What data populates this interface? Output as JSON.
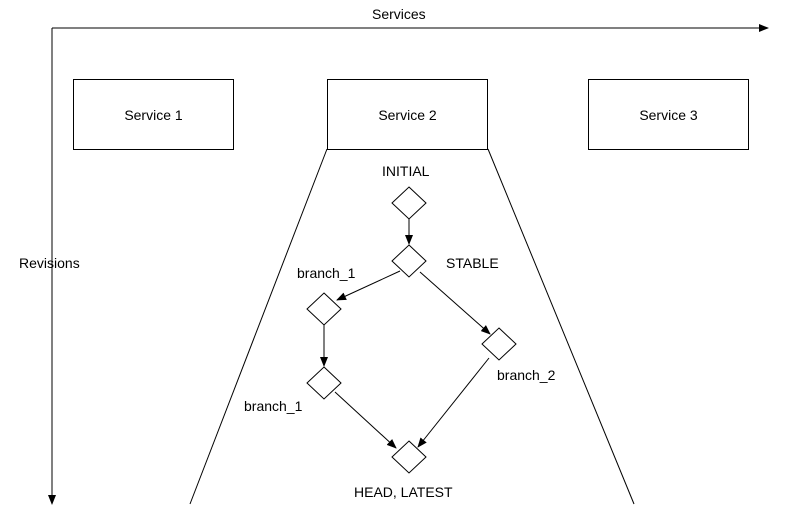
{
  "axes": {
    "horizontal_label": "Services",
    "vertical_label": "Revisions"
  },
  "services": [
    {
      "label": "Service 1"
    },
    {
      "label": "Service 2"
    },
    {
      "label": "Service 3"
    }
  ],
  "revision_labels": {
    "initial": "INITIAL",
    "stable": "STABLE",
    "branch_1_upper": "branch_1",
    "branch_1_lower": "branch_1",
    "branch_2": "branch_2",
    "head": "HEAD, LATEST"
  },
  "colors": {
    "stroke": "#000000",
    "fill": "#ffffff",
    "text": "#000000"
  }
}
